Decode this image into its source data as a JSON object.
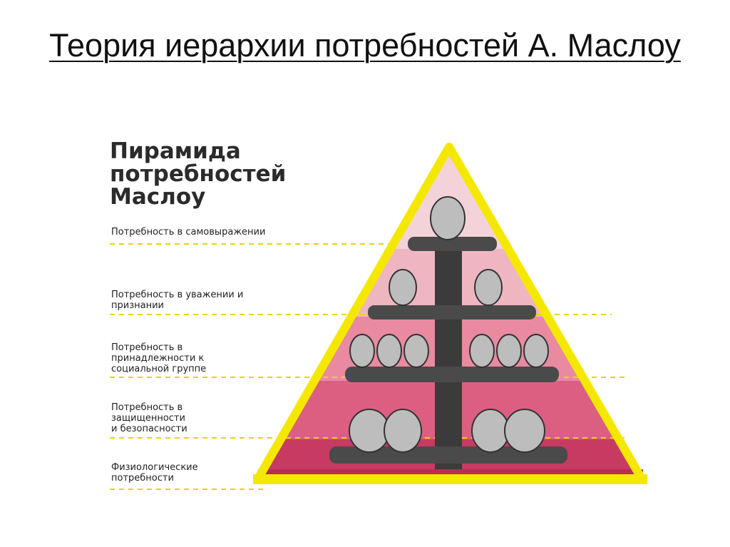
{
  "slide": {
    "title": "Теория иерархии потребностей А. Маслоу"
  },
  "pyramid": {
    "heading_lines": [
      "Пирамида",
      "потребностей",
      "Маслоу"
    ],
    "levels": [
      {
        "label": "Потребность в самовыражении",
        "color": "#f3d3d9"
      },
      {
        "label": "Потребность в уважении и\nпризнании",
        "color": "#efb6c2"
      },
      {
        "label": "Потребность в\nпринадлежности к\nсоциальной группе",
        "color": "#e98aa1"
      },
      {
        "label": "Потребность в\nзащищенности\nи безопасности",
        "color": "#dc5f81"
      },
      {
        "label": "Физиологические\nпотребности",
        "color": "#c73a61"
      }
    ],
    "frame_color": "#f5e800",
    "divider_color": "#e8d500"
  }
}
